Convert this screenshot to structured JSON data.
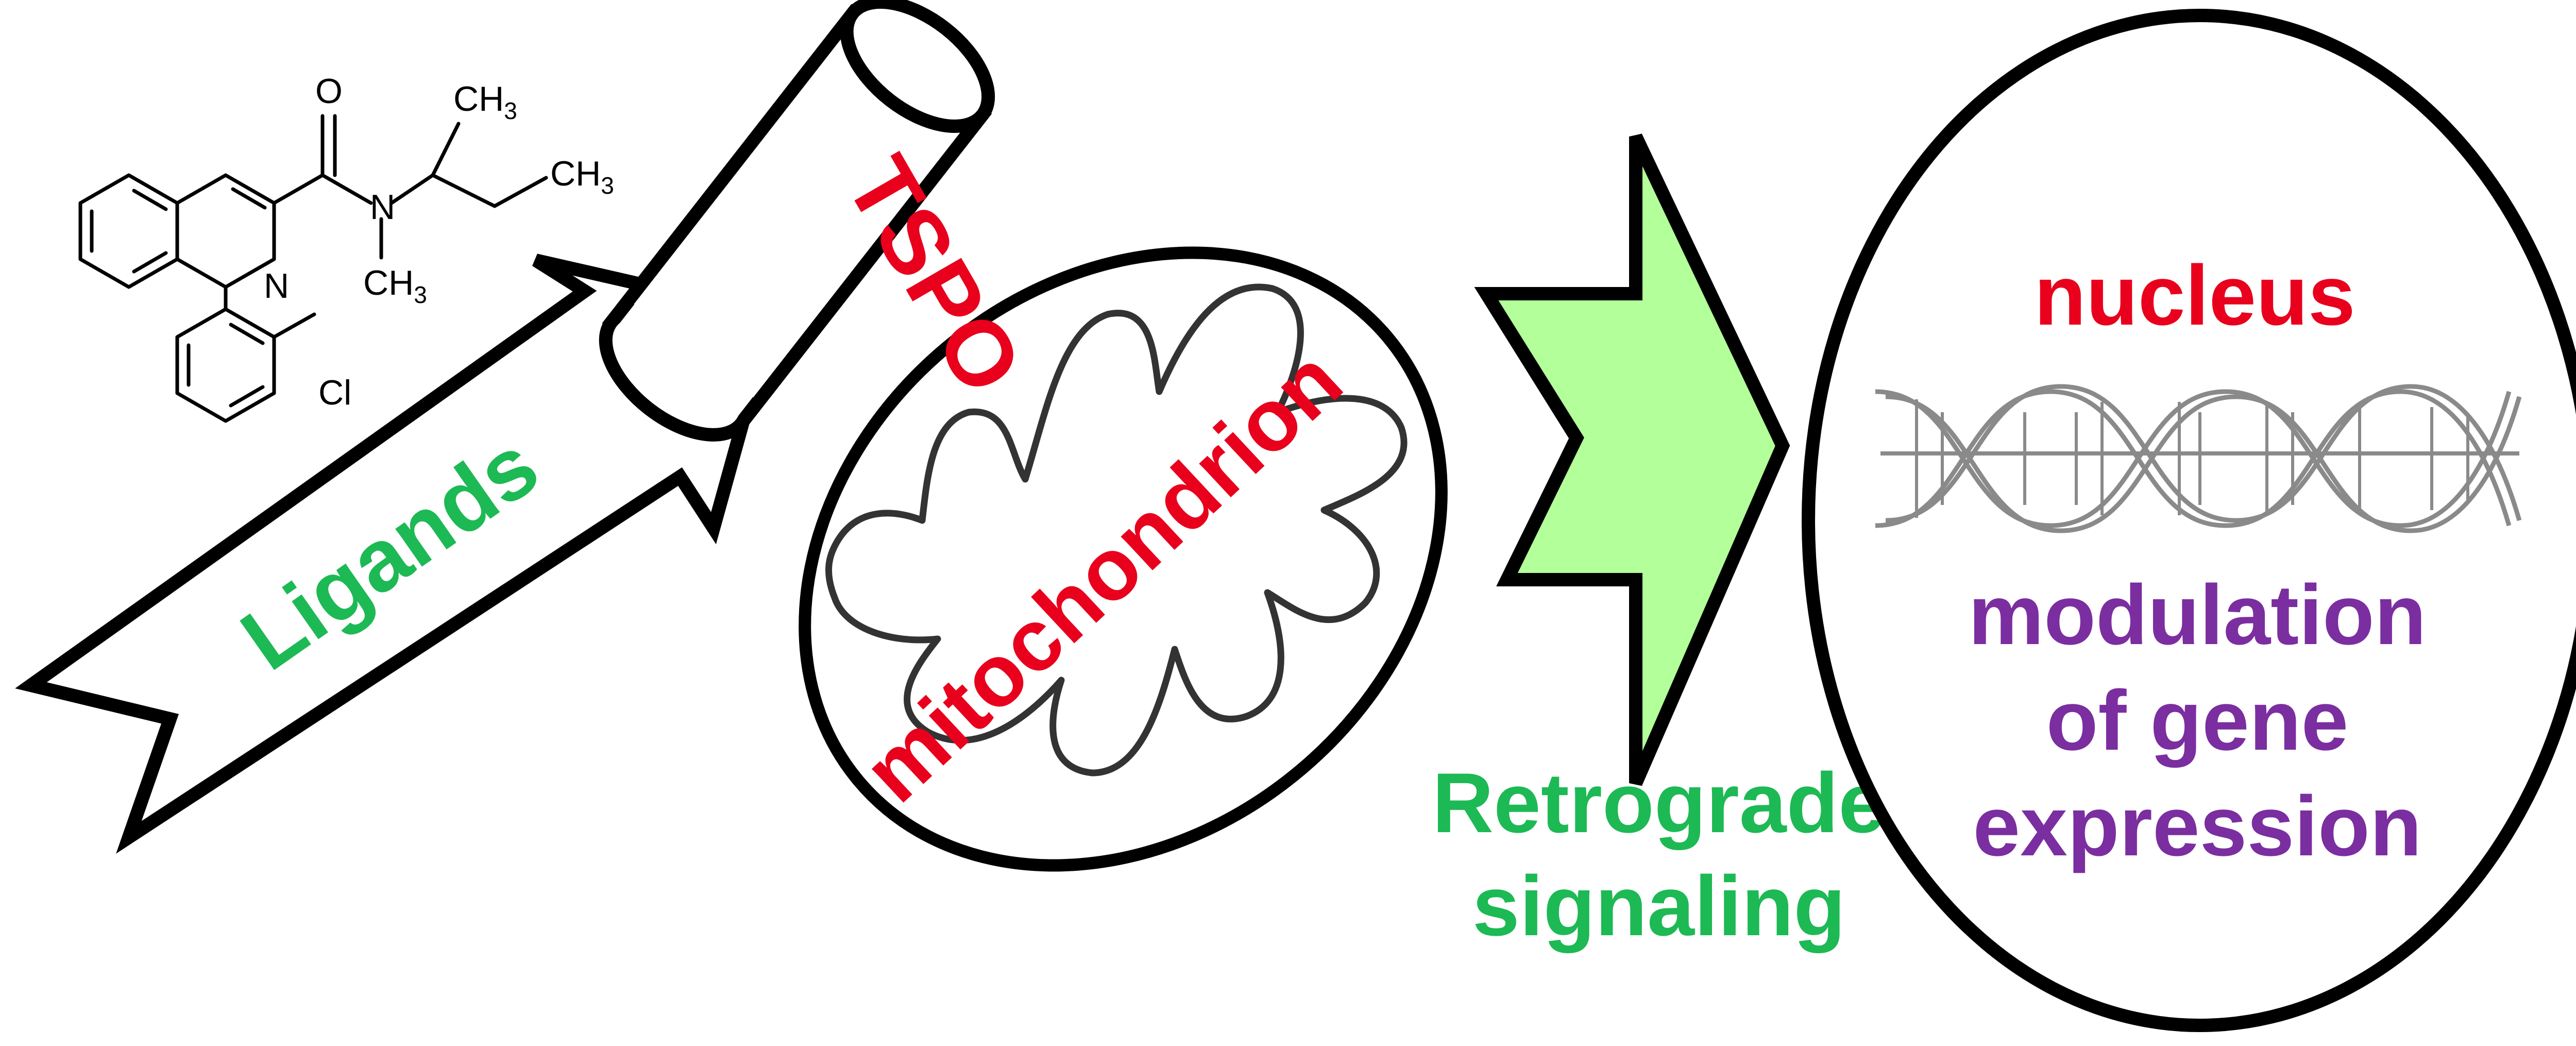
{
  "molecule": {
    "oxygen": "O",
    "nitrogen_ring": "N",
    "nitrogen_amide": "N",
    "chlorine": "Cl",
    "methyl_top": "CH",
    "methyl_top_sub": "3",
    "ethyl": "CH",
    "ethyl_sub": "3",
    "n_methyl": "CH",
    "n_methyl_sub": "3"
  },
  "labels": {
    "ligands": "Ligands",
    "tspo": "TSPO",
    "mitochondrion": "mitochondrion",
    "retrograde_line1": "Retrograde",
    "retrograde_line2": "signaling",
    "nucleus": "nucleus",
    "modulation_line1": "modulation",
    "modulation_line2": "of gene",
    "modulation_line3": "expression"
  },
  "colors": {
    "green_text": "#1db954",
    "red_text": "#e8001c",
    "purple_text": "#7b2ea0",
    "signal_arrow_fill": "#b3ff99",
    "outline": "#000000",
    "cristae": "#333333",
    "dna": "#8a8a8a"
  }
}
